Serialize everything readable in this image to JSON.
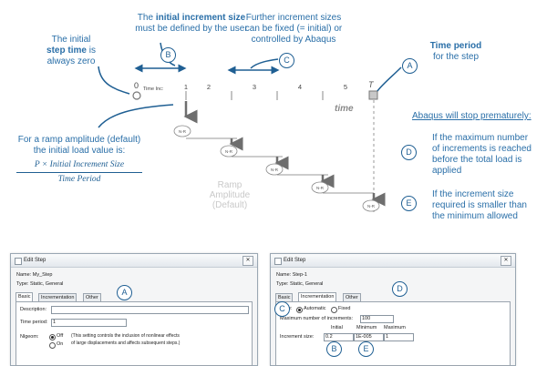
{
  "annotations": {
    "initial_step_time": {
      "pre": "The initial",
      "bold": "step time",
      "post": "is",
      "line3": "always zero"
    },
    "initial_increment": {
      "pre": "The",
      "bold": "initial increment size",
      "line2": "must be defined by the user"
    },
    "further_increments": {
      "line1": "Further increment sizes",
      "line2": "can be fixed (= initial) or",
      "line3": "controlled by Abaqus"
    },
    "time_period": {
      "bold": "Time period",
      "line2": "for the step"
    },
    "ramp": {
      "line1": "For a ramp amplitude (default)",
      "line2": "the initial load value is:",
      "numerator": "P × Initial Increment Size",
      "denominator": "Time Period"
    },
    "ramp_amplitude": {
      "line1": "Ramp",
      "line2": "Amplitude",
      "line3": "(Default)"
    },
    "stop": {
      "heading": "Abaqus will stop prematurely:",
      "d_text": [
        "If the maximum number",
        "of increments is reached",
        "before the total load is",
        "applied"
      ],
      "e_text": [
        "If the increment size",
        "required is smaller than",
        "the minimum allowed"
      ]
    }
  },
  "timeline": {
    "zero": "0",
    "time_inc_label": "Time Inc:",
    "ticks": [
      "1",
      "2",
      "3",
      "4",
      "5"
    ],
    "end": "T",
    "time_label": "time",
    "nr_label": "N-R"
  },
  "markers": {
    "a": "A",
    "b": "B",
    "c": "C",
    "d": "D",
    "e": "E"
  },
  "dialog1": {
    "title": "Edit Step",
    "name_label": "Name:",
    "name_value": "My_Step",
    "type_label": "Type:",
    "type_value": "Static, General",
    "tabs": [
      "Basic",
      "Incrementation",
      "Other"
    ],
    "description_label": "Description:",
    "time_period_label": "Time period:",
    "time_period_value": "1",
    "nlgeom_label": "Nlgeom:",
    "off": "Off",
    "on": "On",
    "nlgeom_note": "(This setting controls the inclusion of nonlinear effects",
    "nlgeom_note2": "of large displacements and affects subsequent steps.)"
  },
  "dialog2": {
    "title": "Edit Step",
    "name_label": "Name:",
    "name_value": "Step-1",
    "type_label": "Type:",
    "type_value": "Static, General",
    "tabs": [
      "Basic",
      "Incrementation",
      "Other"
    ],
    "type_radio_label": "Type:",
    "automatic": "Automatic",
    "fixed": "Fixed",
    "max_inc_label": "Maximum number of increments:",
    "max_inc_value": "100",
    "col_initial": "Initial",
    "col_minimum": "Minimum",
    "col_maximum": "Maximum",
    "inc_size_label": "Increment size:",
    "initial_value": "0.2",
    "minimum_value": "1E-005",
    "maximum_value": "1"
  },
  "colors": {
    "accent": "#1f5f93",
    "text_blue": "#2a6fa8",
    "axis": "#8a8a8a",
    "arrow": "#6e6e6e"
  }
}
